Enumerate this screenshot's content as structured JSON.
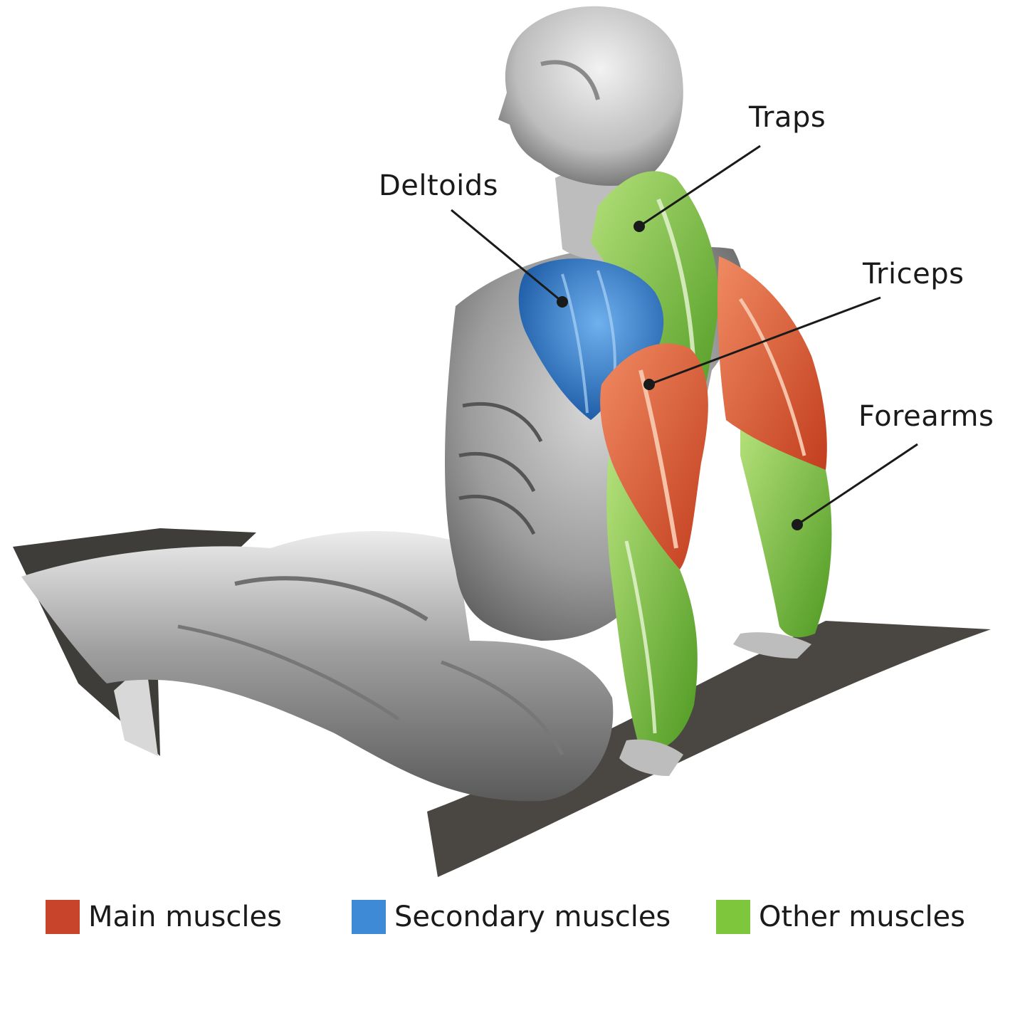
{
  "labels": {
    "traps": "Traps",
    "deltoids": "Deltoids",
    "triceps": "Triceps",
    "forearms": "Forearms"
  },
  "legend": [
    {
      "label": "Main muscles",
      "color": "#c8442a"
    },
    {
      "label": "Secondary muscles",
      "color": "#3e8ad6"
    },
    {
      "label": "Other muscles",
      "color": "#7ec63c"
    }
  ],
  "colors": {
    "main": "#e0603e",
    "secondary": "#3b82d4",
    "other": "#86cc3e",
    "body": "#9a9a9a",
    "floor": "#4a4743"
  }
}
